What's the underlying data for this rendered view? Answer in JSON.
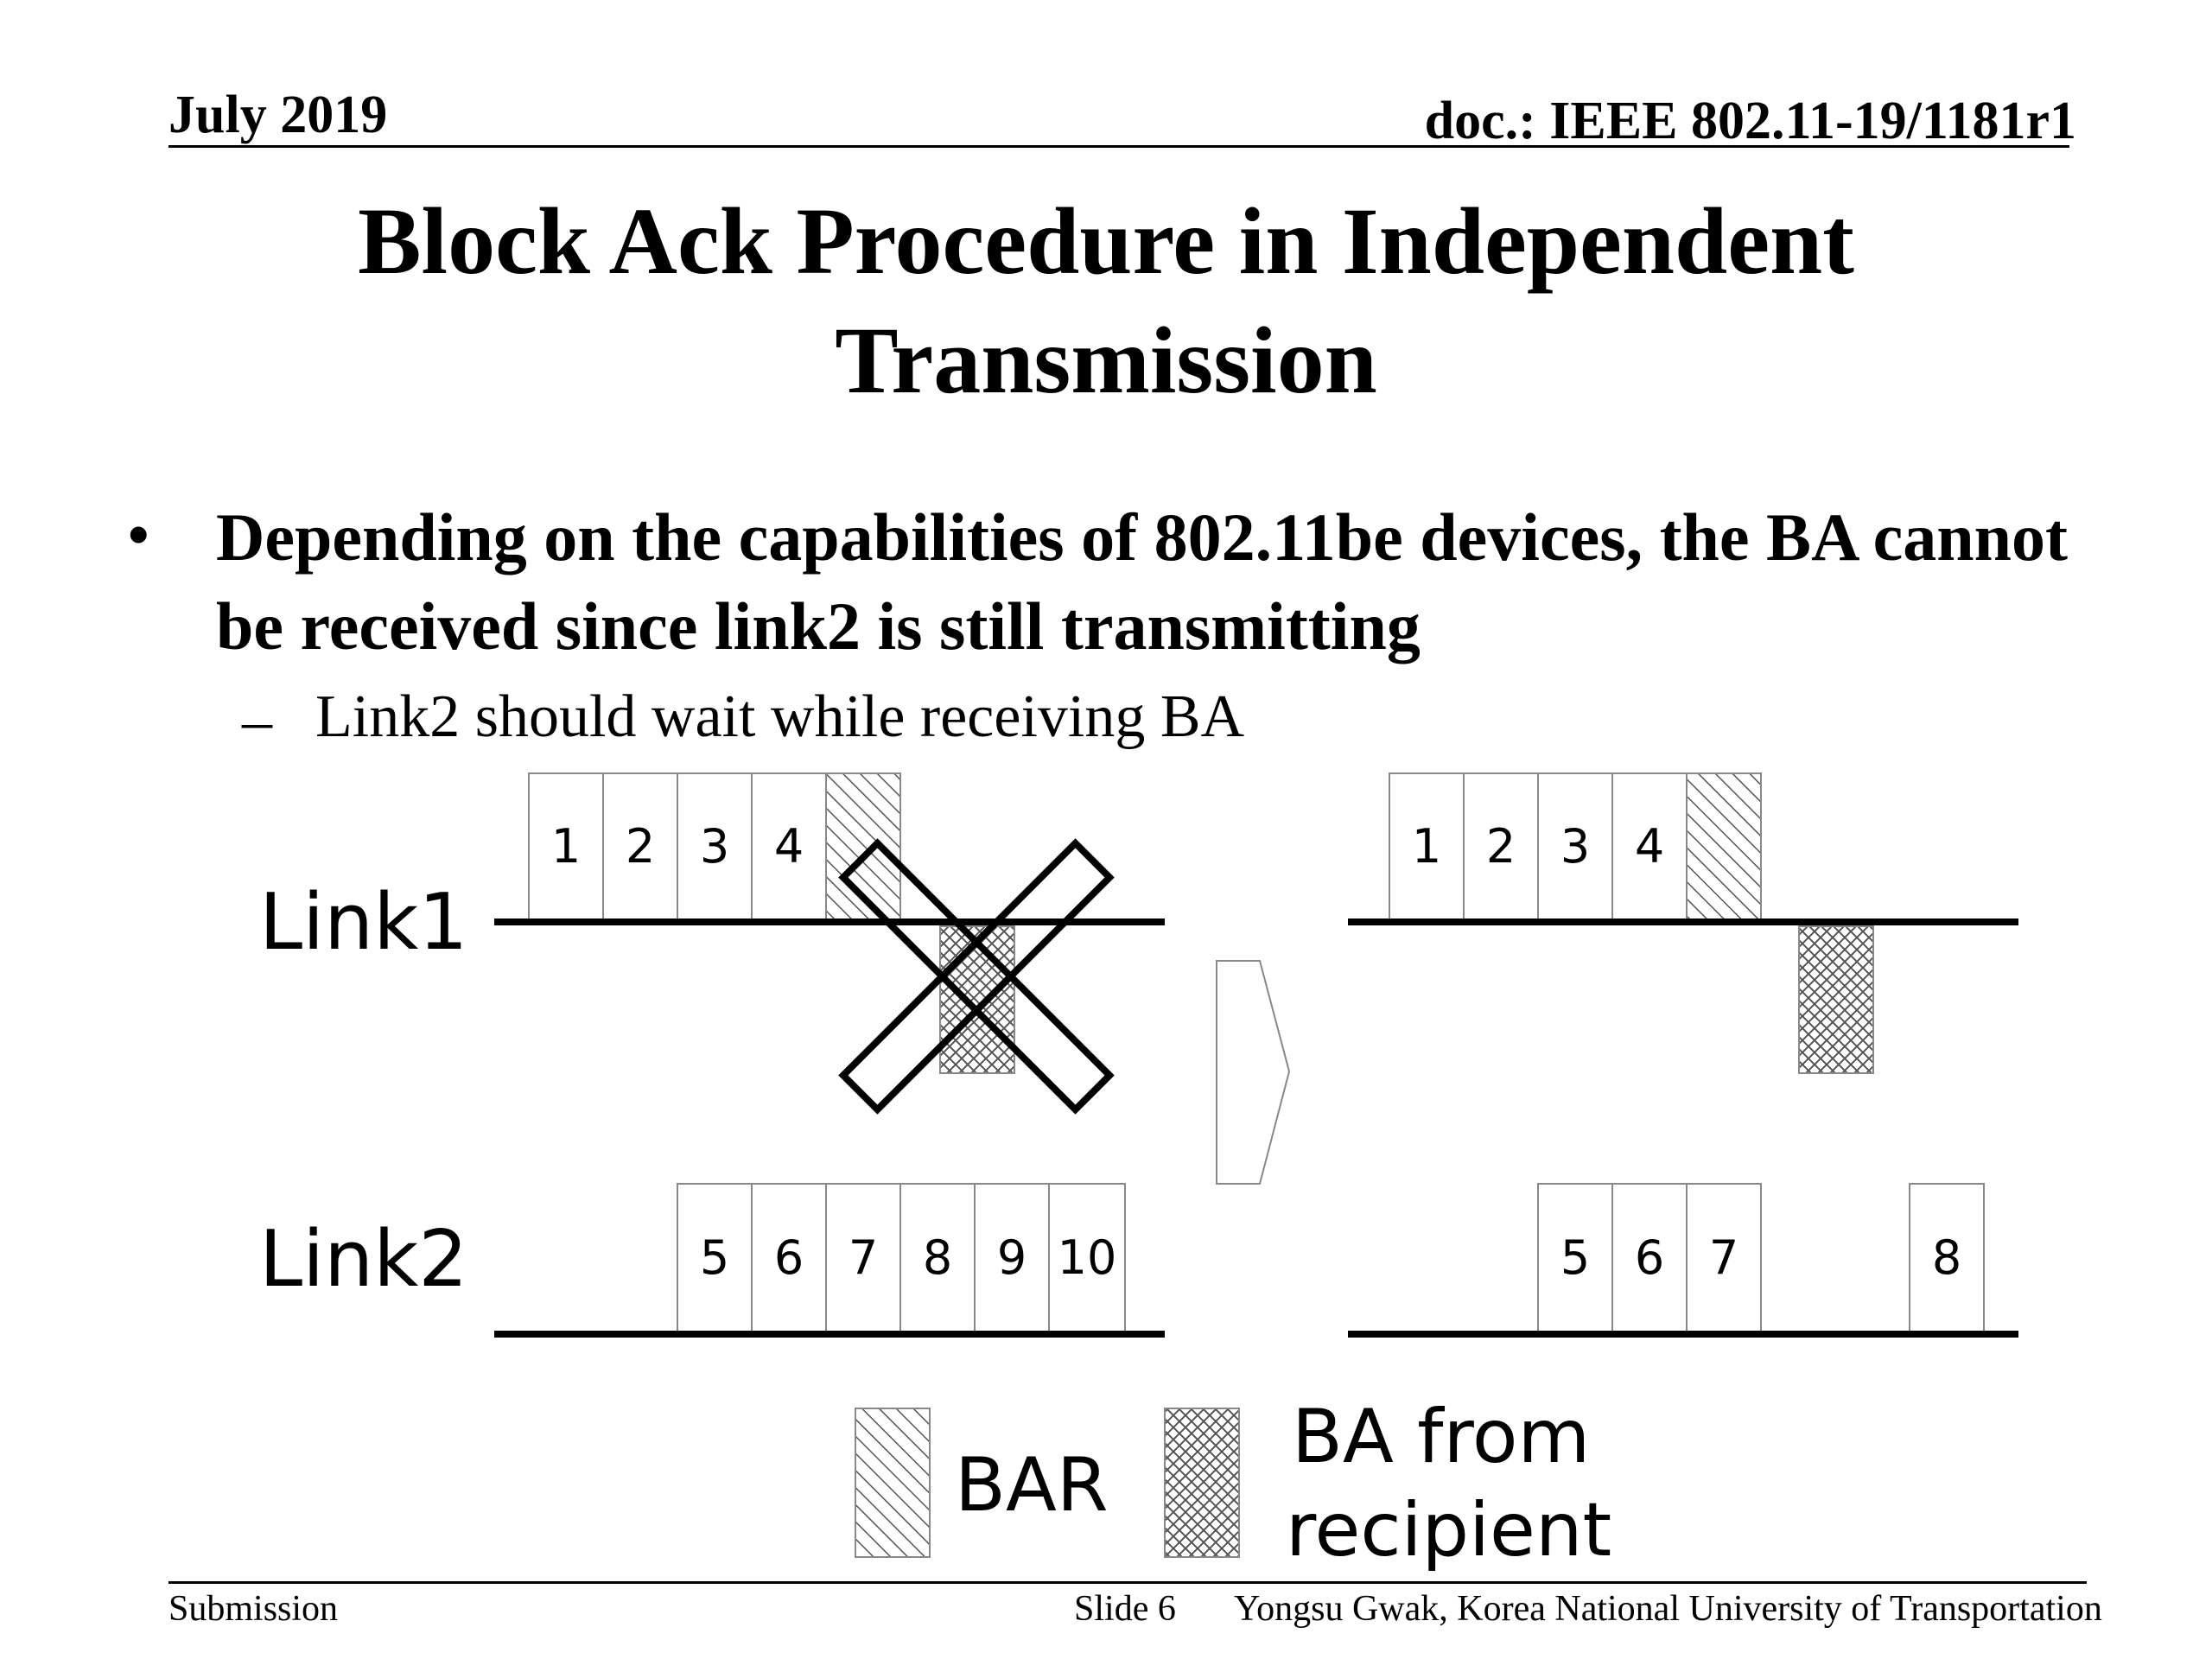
{
  "header": {
    "date": "July 2019",
    "doc": "doc.: IEEE 802.11-19/1181r1"
  },
  "title_lines": [
    "Block Ack Procedure in Independent",
    "Transmission"
  ],
  "bullet": {
    "marker": "•",
    "text": "Depending on the capabilities of 802.11be devices, the BA cannot be received since link2 is still transmitting"
  },
  "sub_bullet": {
    "marker": "–",
    "text": "Link2 should wait while receiving BA"
  },
  "diagram": {
    "link1_label": "Link1",
    "link2_label": "Link2",
    "left": {
      "link1_frames": [
        "1",
        "2",
        "3",
        "4"
      ],
      "link2_frames": [
        "5",
        "6",
        "7",
        "8",
        "9",
        "10"
      ]
    },
    "right": {
      "link1_frames": [
        "1",
        "2",
        "3",
        "4"
      ],
      "link2_frames_a": [
        "5",
        "6",
        "7"
      ],
      "link2_frames_b": [
        "8"
      ]
    },
    "legend": {
      "bar_label": "BAR",
      "ba_label_line1": "BA from",
      "ba_label_line2": "recipient"
    }
  },
  "footer": {
    "left": "Submission",
    "slide": "Slide 6",
    "author": "Yongsu Gwak, Korea National University of Transportation"
  }
}
